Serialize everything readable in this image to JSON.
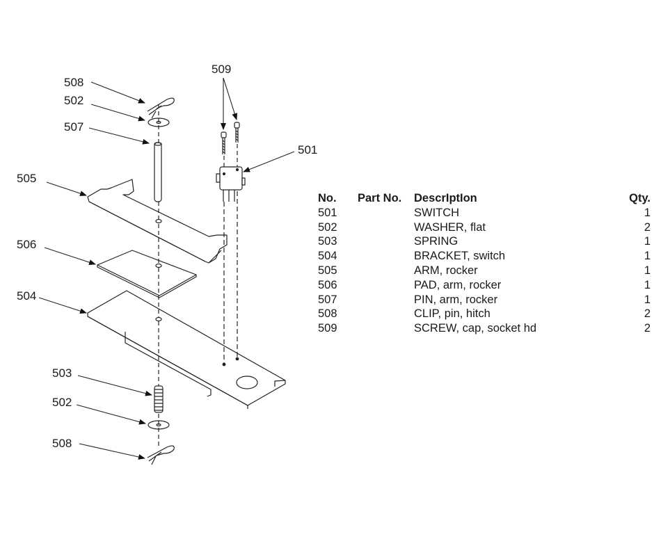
{
  "diagram": {
    "callouts": {
      "c508_top": "508",
      "c502_top": "502",
      "c507": "507",
      "c505": "505",
      "c506": "506",
      "c504": "504",
      "c503": "503",
      "c502_bottom": "502",
      "c508_bottom": "508",
      "c509": "509",
      "c501": "501"
    }
  },
  "parts_table": {
    "headers": {
      "no": "No.",
      "part_no": "Part No.",
      "description": "DescrIptIon",
      "qty": "Qty."
    },
    "rows": [
      {
        "no": "501",
        "part_no": "",
        "description": "SWITCH",
        "qty": "1"
      },
      {
        "no": "502",
        "part_no": "",
        "description": "WASHER, flat",
        "qty": "2"
      },
      {
        "no": "503",
        "part_no": "",
        "description": "SPRING",
        "qty": "1"
      },
      {
        "no": "504",
        "part_no": "",
        "description": "BRACKET, switch",
        "qty": "1"
      },
      {
        "no": "505",
        "part_no": "",
        "description": "ARM, rocker",
        "qty": "1"
      },
      {
        "no": "506",
        "part_no": "",
        "description": "PAD, arm, rocker",
        "qty": "1"
      },
      {
        "no": "507",
        "part_no": "",
        "description": "PIN, arm, rocker",
        "qty": "1"
      },
      {
        "no": "508",
        "part_no": "",
        "description": "CLIP, pin, hitch",
        "qty": "2"
      },
      {
        "no": "509",
        "part_no": "",
        "description": "SCREW, cap, socket hd",
        "qty": "2"
      }
    ]
  }
}
